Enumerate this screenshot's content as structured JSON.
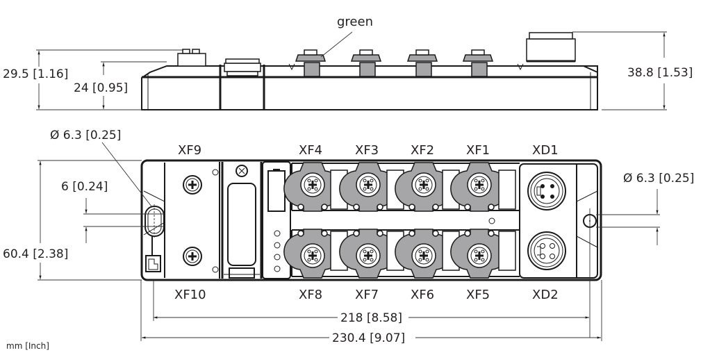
{
  "drawing": {
    "units_label": "mm [Inch]",
    "callouts": {
      "green_label": "green"
    },
    "side_view": {
      "dim_height_total_left": "29.5 [1.16]",
      "dim_height_body": "24 [0.95]",
      "dim_height_total_right": "38.8 [1.53]"
    },
    "top_view": {
      "dim_hole_left": "Ø 6.3 [0.25]",
      "dim_slot_width": "6 [0.24]",
      "dim_width": "60.4 [2.38]",
      "dim_hole_right": "Ø 6.3 [0.25]",
      "dim_mount_spacing": "218 [8.58]",
      "dim_length_total": "230.4 [9.07]",
      "ports_top": [
        "XF9",
        "XF4",
        "XF3",
        "XF2",
        "XF1",
        "XD1"
      ],
      "ports_bottom": [
        "XF10",
        "XF8",
        "XF7",
        "XF6",
        "XF5",
        "XD2"
      ]
    },
    "colors": {
      "line": "#1a1a1a",
      "connector_grey": "#a6a6a8",
      "text": "#231f20"
    }
  }
}
